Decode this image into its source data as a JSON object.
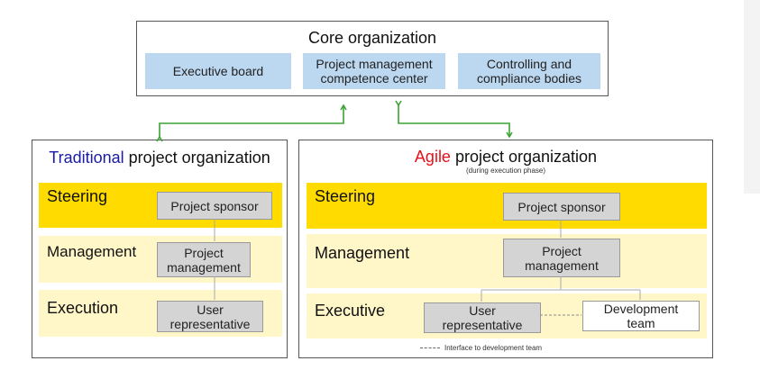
{
  "core": {
    "title": "Core organization",
    "boxes": [
      "Executive board",
      "Project management competence center",
      "Controlling and compliance bodies"
    ]
  },
  "traditional": {
    "title_highlight": "Traditional",
    "title_rest": " project organization",
    "bands": [
      "Steering",
      "Management",
      "Execution"
    ],
    "boxes": [
      "Project sponsor",
      "Project management",
      "User representative"
    ]
  },
  "agile": {
    "title_highlight": "Agile",
    "title_rest": " project organization",
    "subtitle": "(during execution phase)",
    "bands": [
      "Steering",
      "Management",
      "Executive"
    ],
    "boxes": [
      "Project sponsor",
      "Project management",
      "User representative",
      "Development team"
    ],
    "legend": "Interface to development team"
  },
  "colors": {
    "traditional_highlight": "#1a1aa6",
    "agile_highlight": "#e8101a",
    "arrow": "#3aa335",
    "core_box": "#bcd7f0",
    "band_dark": "#ffdb00",
    "band_light": "#fff7c7"
  }
}
